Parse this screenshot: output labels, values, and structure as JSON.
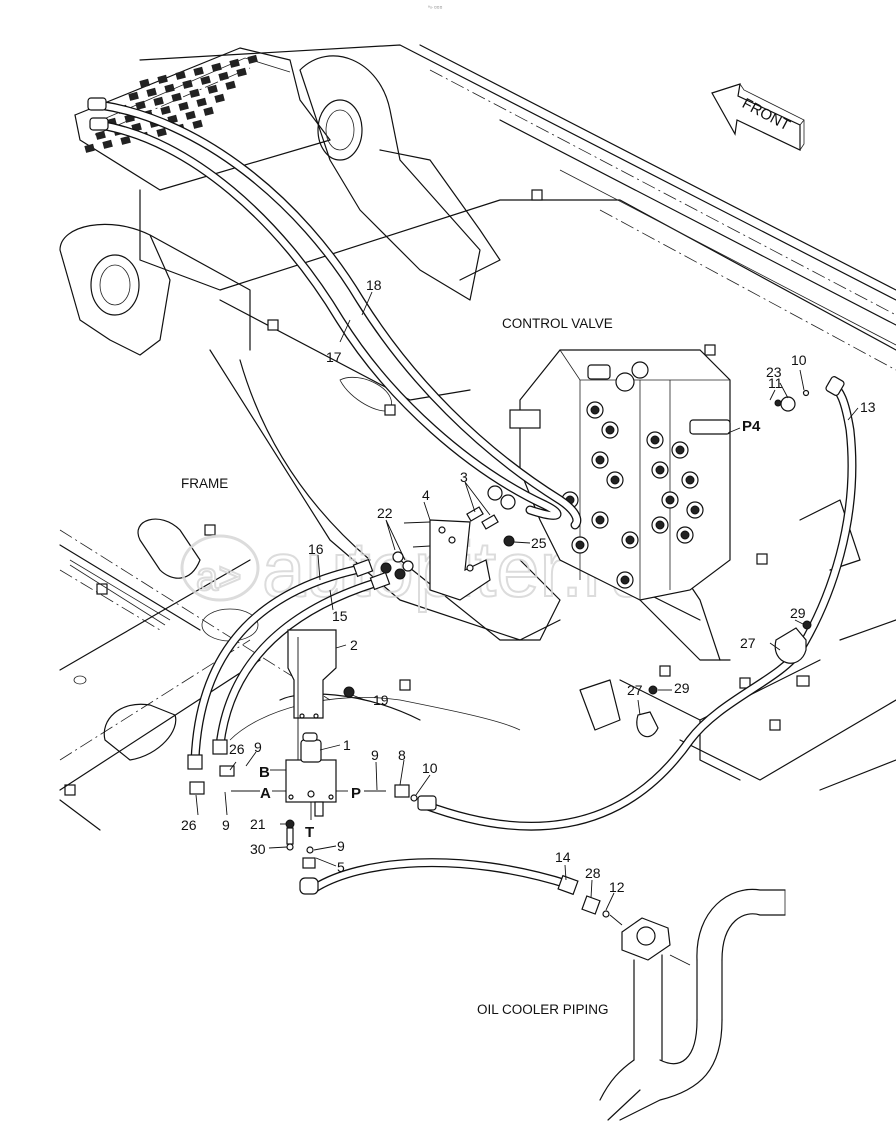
{
  "page": {
    "top_mark": "ª»  ¤¤¤",
    "watermark_text": "autopiter.ru",
    "watermark_symbol": "a>"
  },
  "direction_indicator": {
    "label": "FRONT",
    "icon": "arrow-left-icon"
  },
  "assemblies": {
    "control_valve": "CONTROL VALVE",
    "frame": "FRAME",
    "oil_cooler_piping": "OIL COOLER PIPING"
  },
  "ports": {
    "p4": "P4",
    "a": "A",
    "b": "B",
    "p": "P",
    "t": "T"
  },
  "callouts": [
    {
      "id": "c1",
      "label": "1"
    },
    {
      "id": "c2",
      "label": "2"
    },
    {
      "id": "c3",
      "label": "3"
    },
    {
      "id": "c4",
      "label": "4"
    },
    {
      "id": "c5",
      "label": "5"
    },
    {
      "id": "c8",
      "label": "8"
    },
    {
      "id": "c9a",
      "label": "9"
    },
    {
      "id": "c9b",
      "label": "9"
    },
    {
      "id": "c9c",
      "label": "9"
    },
    {
      "id": "c9d",
      "label": "9"
    },
    {
      "id": "c10a",
      "label": "10"
    },
    {
      "id": "c10b",
      "label": "10"
    },
    {
      "id": "c11",
      "label": "11"
    },
    {
      "id": "c12",
      "label": "12"
    },
    {
      "id": "c13",
      "label": "13"
    },
    {
      "id": "c14",
      "label": "14"
    },
    {
      "id": "c15",
      "label": "15"
    },
    {
      "id": "c16",
      "label": "16"
    },
    {
      "id": "c17",
      "label": "17"
    },
    {
      "id": "c18",
      "label": "18"
    },
    {
      "id": "c19",
      "label": "19"
    },
    {
      "id": "c21",
      "label": "21"
    },
    {
      "id": "c22",
      "label": "22"
    },
    {
      "id": "c23",
      "label": "23"
    },
    {
      "id": "c25",
      "label": "25"
    },
    {
      "id": "c26a",
      "label": "26"
    },
    {
      "id": "c26b",
      "label": "26"
    },
    {
      "id": "c27a",
      "label": "27"
    },
    {
      "id": "c27b",
      "label": "27"
    },
    {
      "id": "c28",
      "label": "28"
    },
    {
      "id": "c29a",
      "label": "29"
    },
    {
      "id": "c29b",
      "label": "29"
    },
    {
      "id": "c30",
      "label": "30"
    }
  ]
}
